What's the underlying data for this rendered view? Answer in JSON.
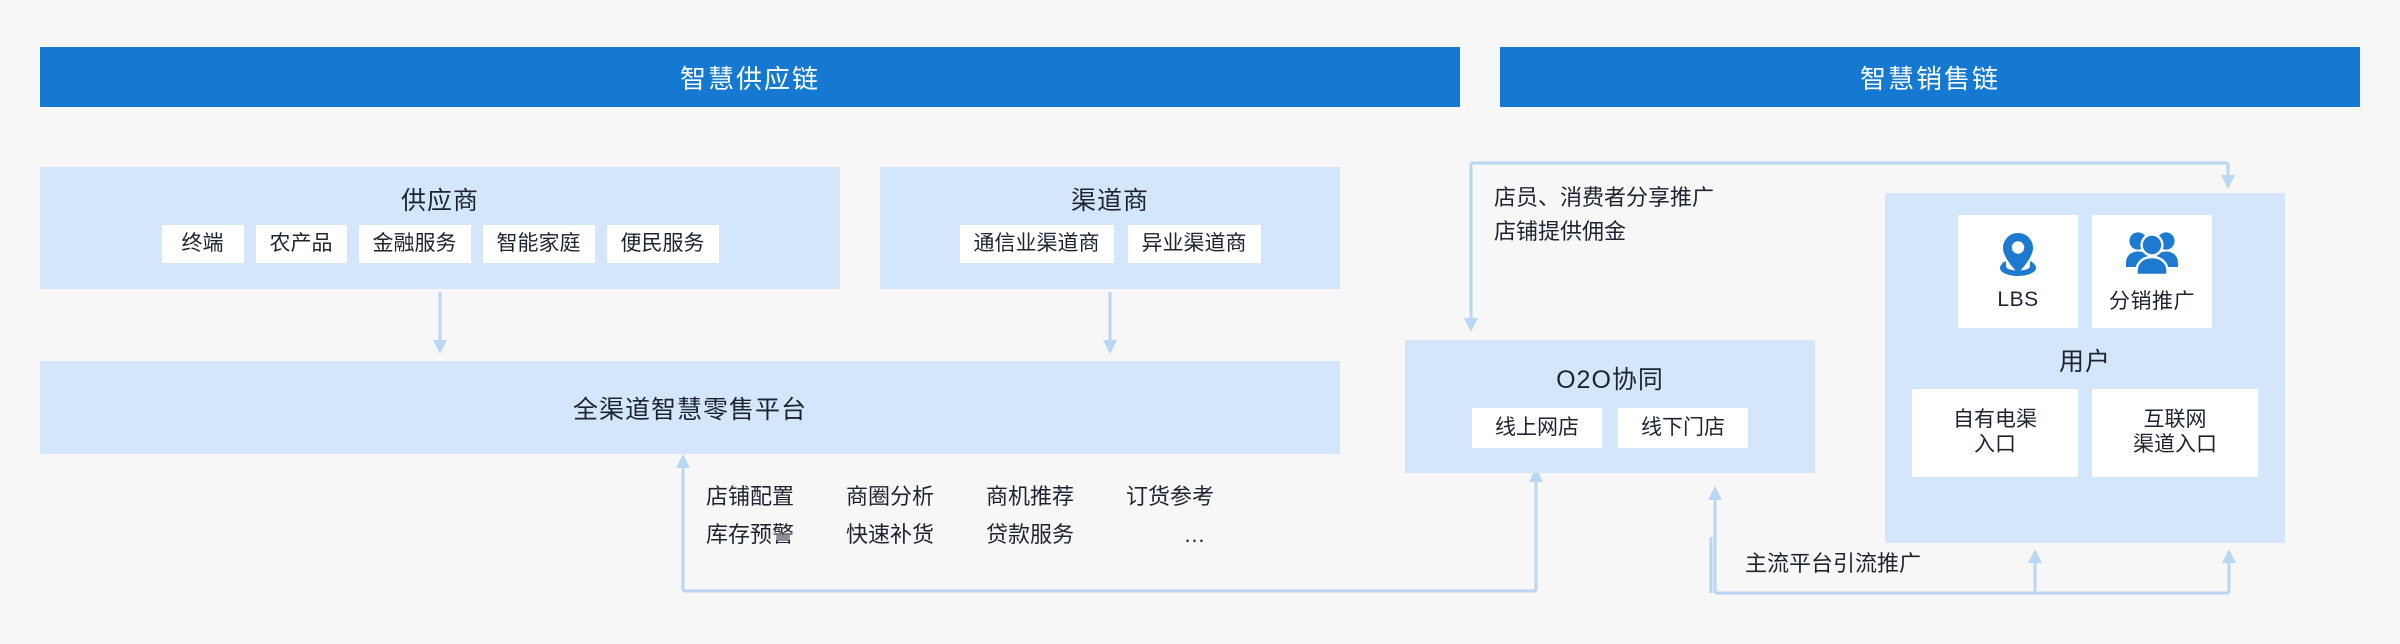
{
  "headers": {
    "supply_chain": "智慧供应链",
    "sales_chain": "智慧销售链"
  },
  "supplier_panel": {
    "title": "供应商",
    "chips": [
      "终端",
      "农产品",
      "金融服务",
      "智能家庭",
      "便民服务"
    ]
  },
  "channel_panel": {
    "title": "渠道商",
    "chips": [
      "通信业渠道商",
      "异业渠道商"
    ]
  },
  "platform": {
    "label": "全渠道智慧零售平台"
  },
  "features": {
    "row1": [
      "店铺配置",
      "商圈分析",
      "商机推荐",
      "订货参考"
    ],
    "row2": [
      "库存预警",
      "快速补货",
      "贷款服务",
      "…"
    ]
  },
  "o2o_panel": {
    "title": "O2O协同",
    "chips": [
      "线上网店",
      "线下门店"
    ]
  },
  "user_panel": {
    "title": "用户",
    "icon_cards": [
      {
        "icon": "location-pin-icon",
        "label": "LBS"
      },
      {
        "icon": "people-group-icon",
        "label": "分销推广"
      }
    ],
    "entries": [
      "自有电渠\n入口",
      "互联网\n渠道入口"
    ]
  },
  "annotations": {
    "share_promo": "店员、消费者分享推广\n店铺提供佣金",
    "traffic_promo": "主流平台引流推广"
  },
  "colors": {
    "header_blue": "#1579d2",
    "panel_blue": "#d4e6fc",
    "chip_white": "#ffffff",
    "connector_blue": "#b9d6f2",
    "icon_blue": "#1e7ad0",
    "background": "#f7f7f7",
    "text": "#1d2430"
  }
}
